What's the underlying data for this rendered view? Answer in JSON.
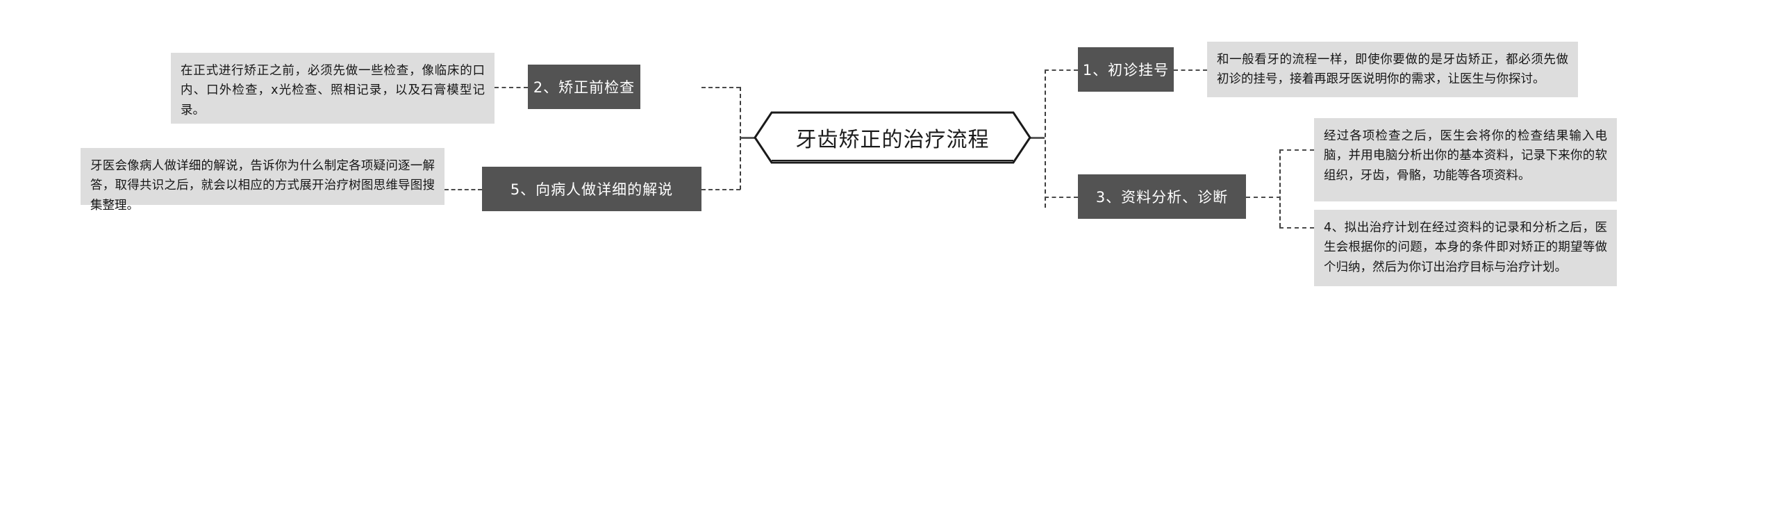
{
  "diagram": {
    "type": "mindmap",
    "root": {
      "label": "牙齿矫正的治疗流程"
    },
    "branches": [
      {
        "id": "branch-1",
        "side": "right",
        "topic": "1、初诊挂号",
        "note": "和一般看牙的流程一样，即使你要做的是牙齿矫正，都必须先做初诊的挂号，接着再跟牙医说明你的需求，让医生与你探讨。"
      },
      {
        "id": "branch-2",
        "side": "left",
        "topic": "2、矫正前检查",
        "note": "在正式进行矫正之前，必须先做一些检查，像临床的口内、口外检查，x光检查、照相记录，以及石膏模型记录。"
      },
      {
        "id": "branch-3",
        "side": "right",
        "topic": "3、资料分析、诊断",
        "note": "经过各项检查之后，医生会将你的检查结果输入电脑，并用电脑分析出你的基本资料，记录下来你的软组织，牙齿，骨骼，功能等各项资料。"
      },
      {
        "id": "branch-4",
        "side": "right",
        "topic": "",
        "note": "4、拟出治疗计划在经过资料的记录和分析之后，医生会根据你的问题，本身的条件即对矫正的期望等做个归纳，然后为你订出治疗目标与治疗计划。"
      },
      {
        "id": "branch-5",
        "side": "left",
        "topic": "5、向病人做详细的解说",
        "note": "牙医会像病人做详细的解说，告诉你为什么制定各项疑问逐一解答，取得共识之后，就会以相应的方式展开治疗树图思维导图搜集整理。"
      }
    ],
    "colors": {
      "background": "#ffffff",
      "topic_fill": "#535353",
      "topic_text": "#ffffff",
      "note_fill": "#dddddd",
      "note_text": "#161616",
      "root_stroke": "#1a1a1a",
      "connector": "#4a4a4a"
    }
  }
}
